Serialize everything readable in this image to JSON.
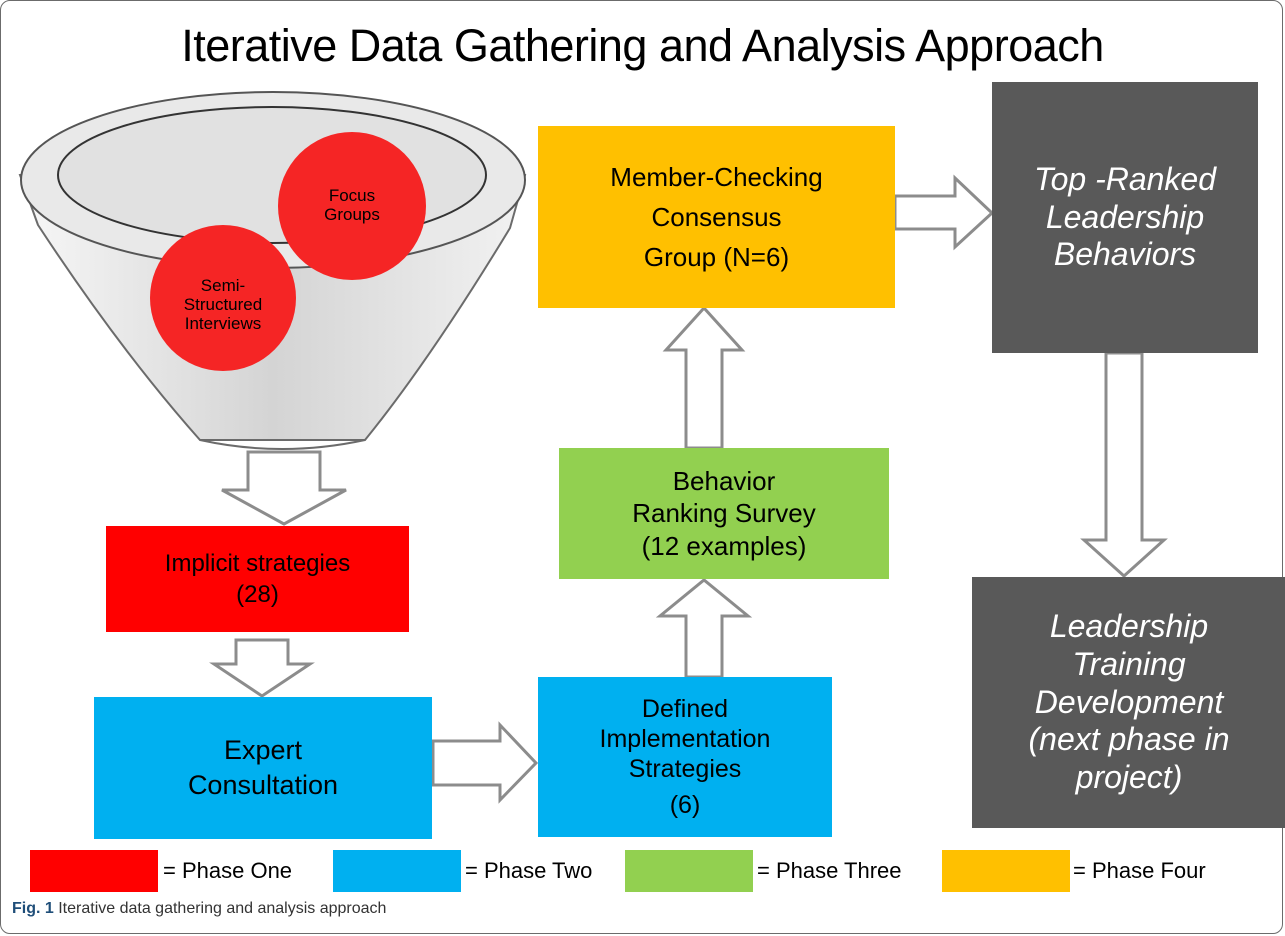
{
  "title": "Iterative Data Gathering and Analysis Approach",
  "funnel": {
    "bubble_focus": [
      "Focus",
      "Groups"
    ],
    "bubble_interviews": [
      "Semi-",
      "Structured",
      "Interviews"
    ]
  },
  "boxes": {
    "implicit": [
      "Implicit strategies",
      "(28)"
    ],
    "expert": [
      "Expert",
      "Consultation"
    ],
    "defined": [
      "Defined",
      "Implementation",
      "Strategies",
      "(6)"
    ],
    "survey": [
      "Behavior",
      "Ranking Survey",
      "(12 examples)"
    ],
    "member": [
      "Member-Checking",
      "Consensus",
      "Group (N=6)"
    ],
    "top_ranked": [
      "Top -Ranked",
      "Leadership",
      "Behaviors"
    ],
    "leadership": [
      "Leadership",
      "Training",
      "Development",
      "(next phase in",
      "project)"
    ]
  },
  "legend": [
    {
      "label": "= Phase One",
      "color": "#ff0000"
    },
    {
      "label": "= Phase Two",
      "color": "#00b0f0"
    },
    {
      "label": "= Phase Three",
      "color": "#92d050"
    },
    {
      "label": "= Phase Four",
      "color": "#ffc000"
    }
  ],
  "caption": {
    "prefix": "Fig. 1",
    "text": " Iterative data gathering and analysis approach"
  },
  "colors": {
    "phase_one": "#ff0000",
    "phase_two": "#00b0f0",
    "phase_three": "#92d050",
    "phase_four": "#ffc000",
    "dark": "#595959"
  }
}
